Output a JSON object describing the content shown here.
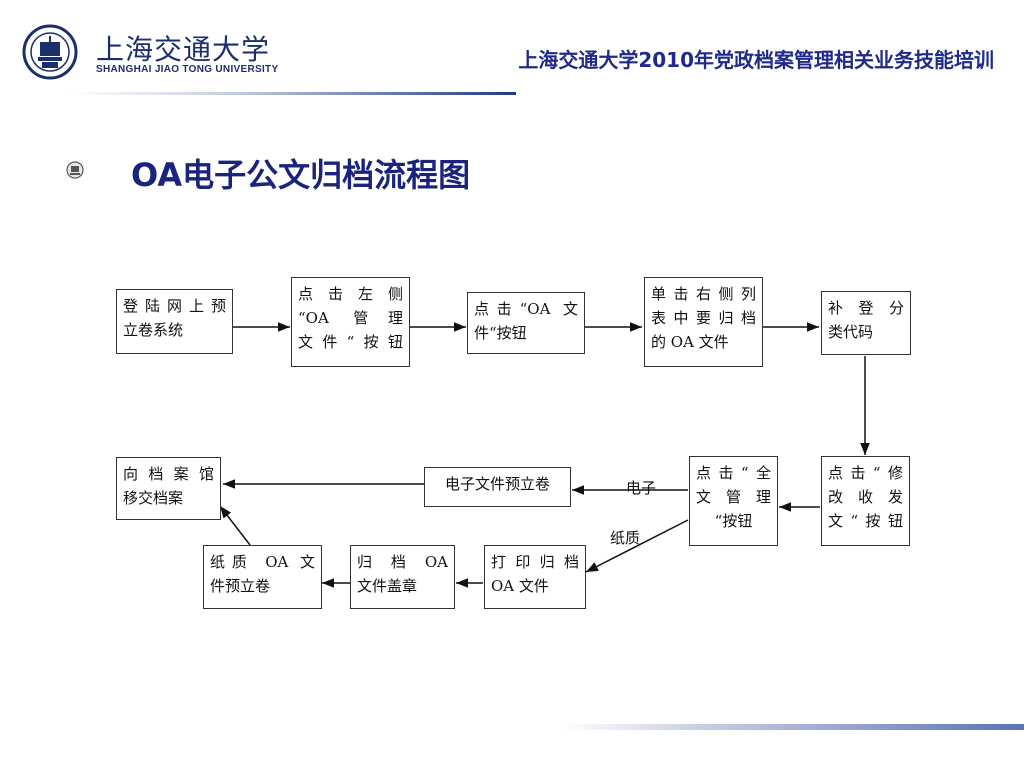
{
  "header": {
    "logo_cn": "上海交通大学",
    "logo_en": "SHANGHAI  JIAO TONG  UNIVERSITY",
    "title": "上海交通大学2010年党政档案管理相关业务技能培训"
  },
  "slide": {
    "title": "OA电子公文归档流程图"
  },
  "flow": {
    "boxes": {
      "login": [
        "登陆网上预",
        "立卷系统"
      ],
      "click_manage": [
        "点 击 左 侧",
        "“OA 管理",
        "文件“按钮"
      ],
      "click_oa": [
        "点击“OA 文",
        "件“按钮"
      ],
      "select_files": [
        "单击右侧列",
        "表中要归档",
        "的 OA 文件"
      ],
      "add_code": [
        "补 登 分",
        "类代码"
      ],
      "click_edit": [
        "点击“修",
        "改 收 发",
        "文“按钮"
      ],
      "click_full": [
        "点击“全",
        "文 管 理",
        "“按钮"
      ],
      "e_volume": [
        "电子文件预立卷"
      ],
      "transfer": [
        "向档案馆",
        "移交档案"
      ],
      "print": [
        "打印归档",
        "OA 文件"
      ],
      "stamp": [
        "归 档  OA",
        "文件盖章"
      ],
      "paper_volume": [
        "纸质 OA 文",
        "件预立卷"
      ]
    },
    "edge_labels": {
      "electronic": "电子",
      "paper": "纸质"
    }
  }
}
